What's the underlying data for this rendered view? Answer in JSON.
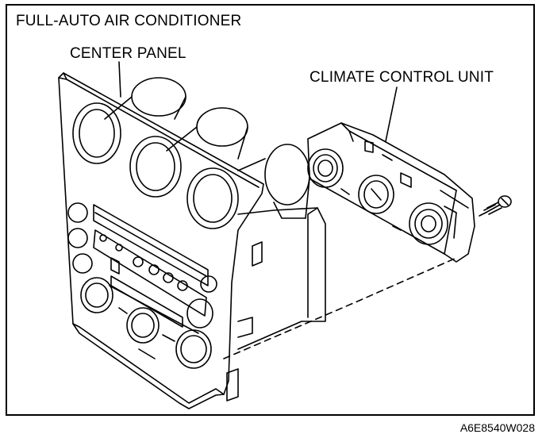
{
  "diagram": {
    "title": "FULL-AUTO AIR CONDITIONER",
    "labels": {
      "center_panel": "CENTER PANEL",
      "climate_control_unit": "CLIMATE CONTROL UNIT"
    },
    "figure_code": "A6E8540W028"
  },
  "colors": {
    "line": "#000000",
    "background": "#ffffff"
  }
}
